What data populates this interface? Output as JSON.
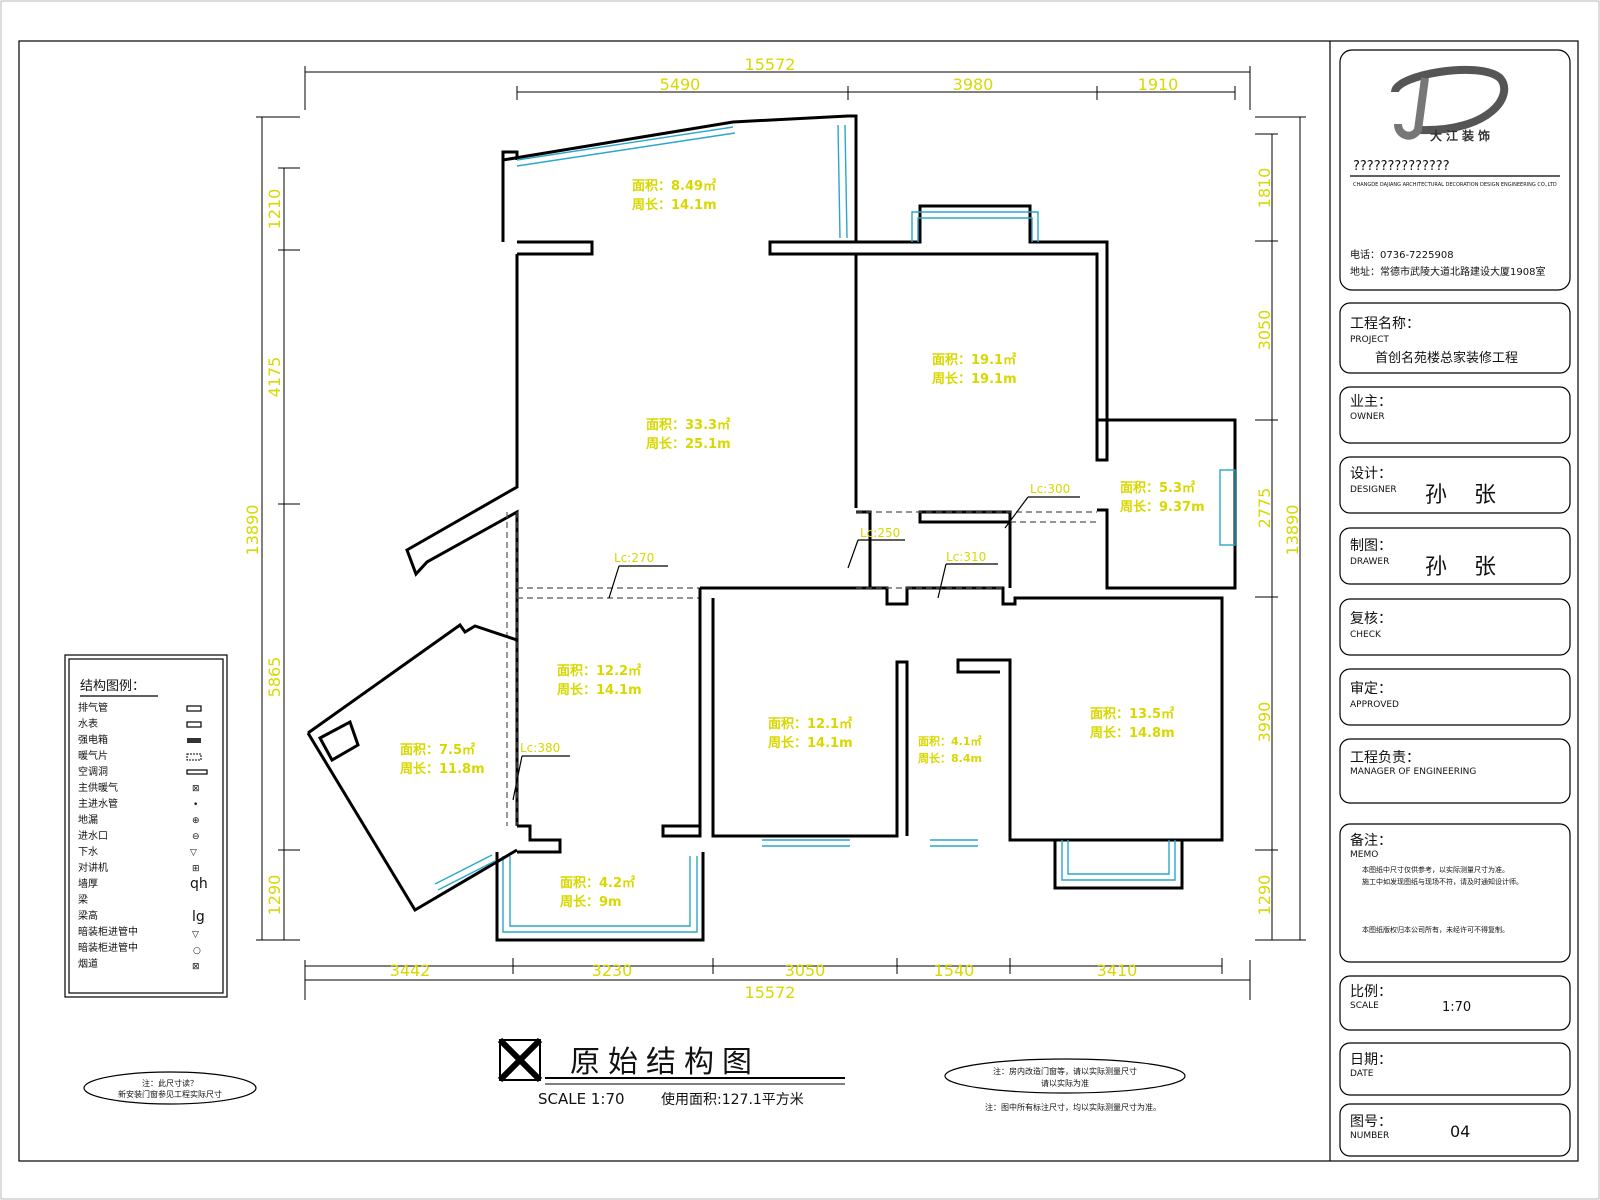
{
  "plan": {
    "dims_top": {
      "total": "15572",
      "seg1": "5490",
      "seg2": "3980",
      "seg3": "1910"
    },
    "dims_bottom": {
      "total": "15572",
      "seg1": "3442",
      "seg2": "3230",
      "seg3": "3050",
      "seg4": "1540",
      "seg5": "3410"
    },
    "dims_left": {
      "total": "13890",
      "seg1": "1210",
      "seg2": "4175",
      "seg3": "5865",
      "seg4": "1290"
    },
    "dims_right": {
      "total": "13890",
      "seg1": "1810",
      "seg2": "3050",
      "seg3": "2775",
      "seg4": "3990",
      "seg5": "1290"
    },
    "rooms": [
      {
        "area": "面积：8.49㎡",
        "perimeter": "周长：14.1m"
      },
      {
        "area": "面积：33.3㎡",
        "perimeter": "周长：25.1m"
      },
      {
        "area": "面积：19.1㎡",
        "perimeter": "周长：19.1m"
      },
      {
        "area": "面积：5.3㎡",
        "perimeter": "周长：9.37m"
      },
      {
        "area": "面积：12.2㎡",
        "perimeter": "周长：14.1m"
      },
      {
        "area": "面积：7.5㎡",
        "perimeter": "周长：11.8m"
      },
      {
        "area": "面积：12.1㎡",
        "perimeter": "周长：14.1m"
      },
      {
        "area": "面积：4.1㎡",
        "perimeter": "周长：8.4m"
      },
      {
        "area": "面积：13.5㎡",
        "perimeter": "周长：14.8m"
      },
      {
        "area": "面积：4.2㎡",
        "perimeter": "周长：9m"
      }
    ],
    "beams": [
      "Lc:300",
      "Lc:270",
      "Lc:250",
      "Lc:310",
      "Lc:380"
    ]
  },
  "legend": {
    "title": "结构图例：",
    "items": [
      "排气管",
      "水表",
      "强电箱",
      "暖气片",
      "空调洞",
      "主供暖气",
      "主进水管",
      "地漏",
      "进水口",
      "下水",
      "对讲机",
      "墙厚",
      "梁",
      "梁高",
      "暗装柜进管中",
      "暗装柜进管中",
      "烟道"
    ],
    "symbols": [
      "qh",
      "lg"
    ]
  },
  "drawing": {
    "title": "原始结构图",
    "scale": "SCALE  1:70",
    "usable_area": "使用面积:127.1平方米",
    "note_left_1": "注：此尺寸读？",
    "note_left_2": "新安装门窗参见工程实际尺寸",
    "note_right_1": "注：房内改造门窗等，请以实际测量尺寸",
    "note_right_2": "请以实际为准",
    "note_bottom": "注：图中所有标注尺寸，均以实际测量尺寸为准。"
  },
  "title_block": {
    "company": "??????????????",
    "company_en": "CHANGDE DAJIANG ARCHITECTURAL DECORATION DESIGN ENGINEERING CO.,LTD",
    "logo_text": "大江装饰",
    "phone": "电话：0736-7225908",
    "address": "地址：常德市武陵大道北路建设大厦1908室",
    "project_label": "工程名称：",
    "project_label_en": "PROJECT",
    "project_value": "首创名苑楼总家装修工程",
    "owner_label": "业主：",
    "owner_label_en": "OWNER",
    "owner_value": "",
    "designer_label": "设计：",
    "designer_label_en": "DESIGNER",
    "designer_value": "孙 张",
    "drawer_label": "制图：",
    "drawer_label_en": "DRAWER",
    "drawer_value": "孙 张",
    "check_label": "复核：",
    "check_label_en": "CHECK",
    "approved_label": "审定：",
    "approved_label_en": "APPROVED",
    "manager_label": "工程负责：",
    "manager_label_en": "MANAGER  OF  ENGINEERING",
    "memo_label": "备注：",
    "memo_label_en": "MEMO",
    "memo_text_1": "本图纸中尺寸仅供参考，以实际测量尺寸为准。",
    "memo_text_2": "施工中如发现图纸与现场不符，请及时通知设计师。",
    "memo_text_3": "本图纸版权归本公司所有，未经许可不得复制。",
    "scale_label": "比例：",
    "scale_label_en": "SCALE",
    "scale_value": "1:70",
    "date_label": "日期：",
    "date_label_en": "DATE",
    "number_label": "图号：",
    "number_label_en": "NUMBER",
    "number_value": "04"
  }
}
